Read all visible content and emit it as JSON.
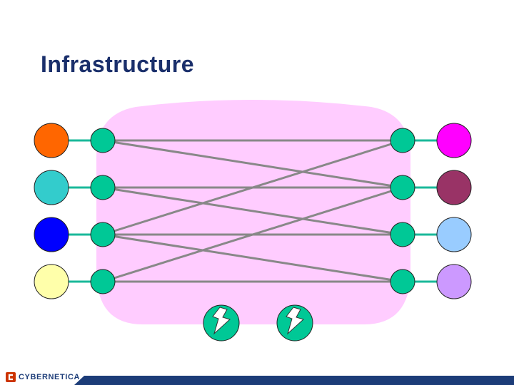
{
  "slide": {
    "title": "Infrastructure"
  },
  "footer": {
    "brand": "CYBERNETICA"
  },
  "colors": {
    "title": "#1a2f6b",
    "cloud": "#ffccff",
    "router": "#00c896",
    "link": "#888888",
    "access_link": "#1ab89a",
    "brand_bar": "#1c3c78"
  },
  "nodes": {
    "left_hosts": [
      "#ff6600",
      "#33cccc",
      "#0000ff",
      "#ffffaa"
    ],
    "right_hosts": [
      "#ff00ff",
      "#993366",
      "#99ccff",
      "#cc99ff"
    ],
    "left_routers": 4,
    "right_routers": 4
  },
  "links": [
    [
      0,
      0
    ],
    [
      0,
      1
    ],
    [
      1,
      1
    ],
    [
      1,
      2
    ],
    [
      2,
      0
    ],
    [
      2,
      2
    ],
    [
      2,
      3
    ],
    [
      3,
      1
    ],
    [
      3,
      3
    ]
  ],
  "icons": [
    "lightning-icon",
    "lightning-icon"
  ]
}
